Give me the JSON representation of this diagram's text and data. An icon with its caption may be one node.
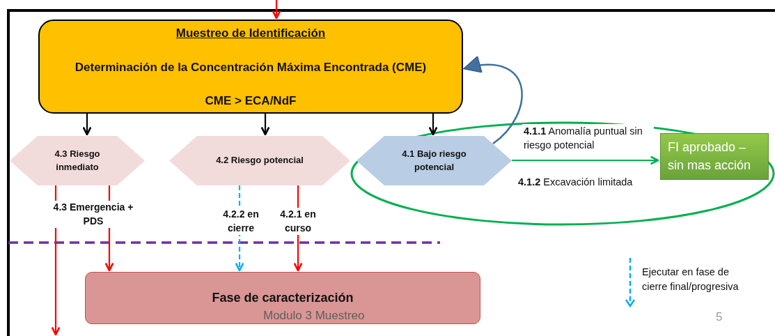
{
  "diagram": {
    "nodes": [
      {
        "text": [
          "Muestreo de Identificación",
          "Determinación de la Concentración Máxima Encontrada (CME)",
          "CME > ECA/NdF"
        ]
      },
      {
        "text": [
          "4.3 Riesgo inmediato"
        ]
      },
      {
        "text": [
          "4.2 Riesgo potencial"
        ]
      },
      {
        "text": [
          "4.1 Bajo riesgo potencial"
        ]
      },
      {
        "text": [
          "FI aprobado – sin mas acción"
        ]
      },
      {
        "text": [
          "Fase de caracterización"
        ]
      }
    ],
    "edges": [
      {
        "from": null,
        "to": 0,
        "arrow": "to",
        "color": "#ff0000"
      },
      {
        "from": 0,
        "to": 1,
        "arrow": "to",
        "color": "#000000"
      },
      {
        "from": 0,
        "to": 2,
        "arrow": "to",
        "color": "#000000"
      },
      {
        "from": 0,
        "to": 3,
        "arrow": "to",
        "color": "#000000"
      },
      {
        "from": 3,
        "to": 0,
        "arrow": "to",
        "color": "#41719c"
      },
      {
        "from": 3,
        "to": 4,
        "arrow": "to",
        "color": "#00b050",
        "label": "**4.1.1** Anomalía puntual sin riesgo potencial"
      },
      {
        "from": 1,
        "to": null,
        "arrow": "to",
        "color": "#ff0000"
      },
      {
        "from": 1,
        "to": 5,
        "arrow": "to",
        "color": "#ff0000",
        "label": "4.3 Emergencia + PDS"
      },
      {
        "from": 2,
        "to": 5,
        "arrow": "to",
        "color": "#00b0f0",
        "style": "dashed",
        "label": "4.2.2 en cierre"
      },
      {
        "from": 2,
        "to": 5,
        "arrow": "to",
        "color": "#ff0000",
        "label": "4.2.1 en curso"
      }
    ],
    "labels": [
      "**4.1.2** Excavación limitada",
      "Modulo 3 Muestreo",
      "5"
    ],
    "legend": [
      {
        "text": "Ejecutar en fase de cierre final/progresiva"
      }
    ]
  }
}
